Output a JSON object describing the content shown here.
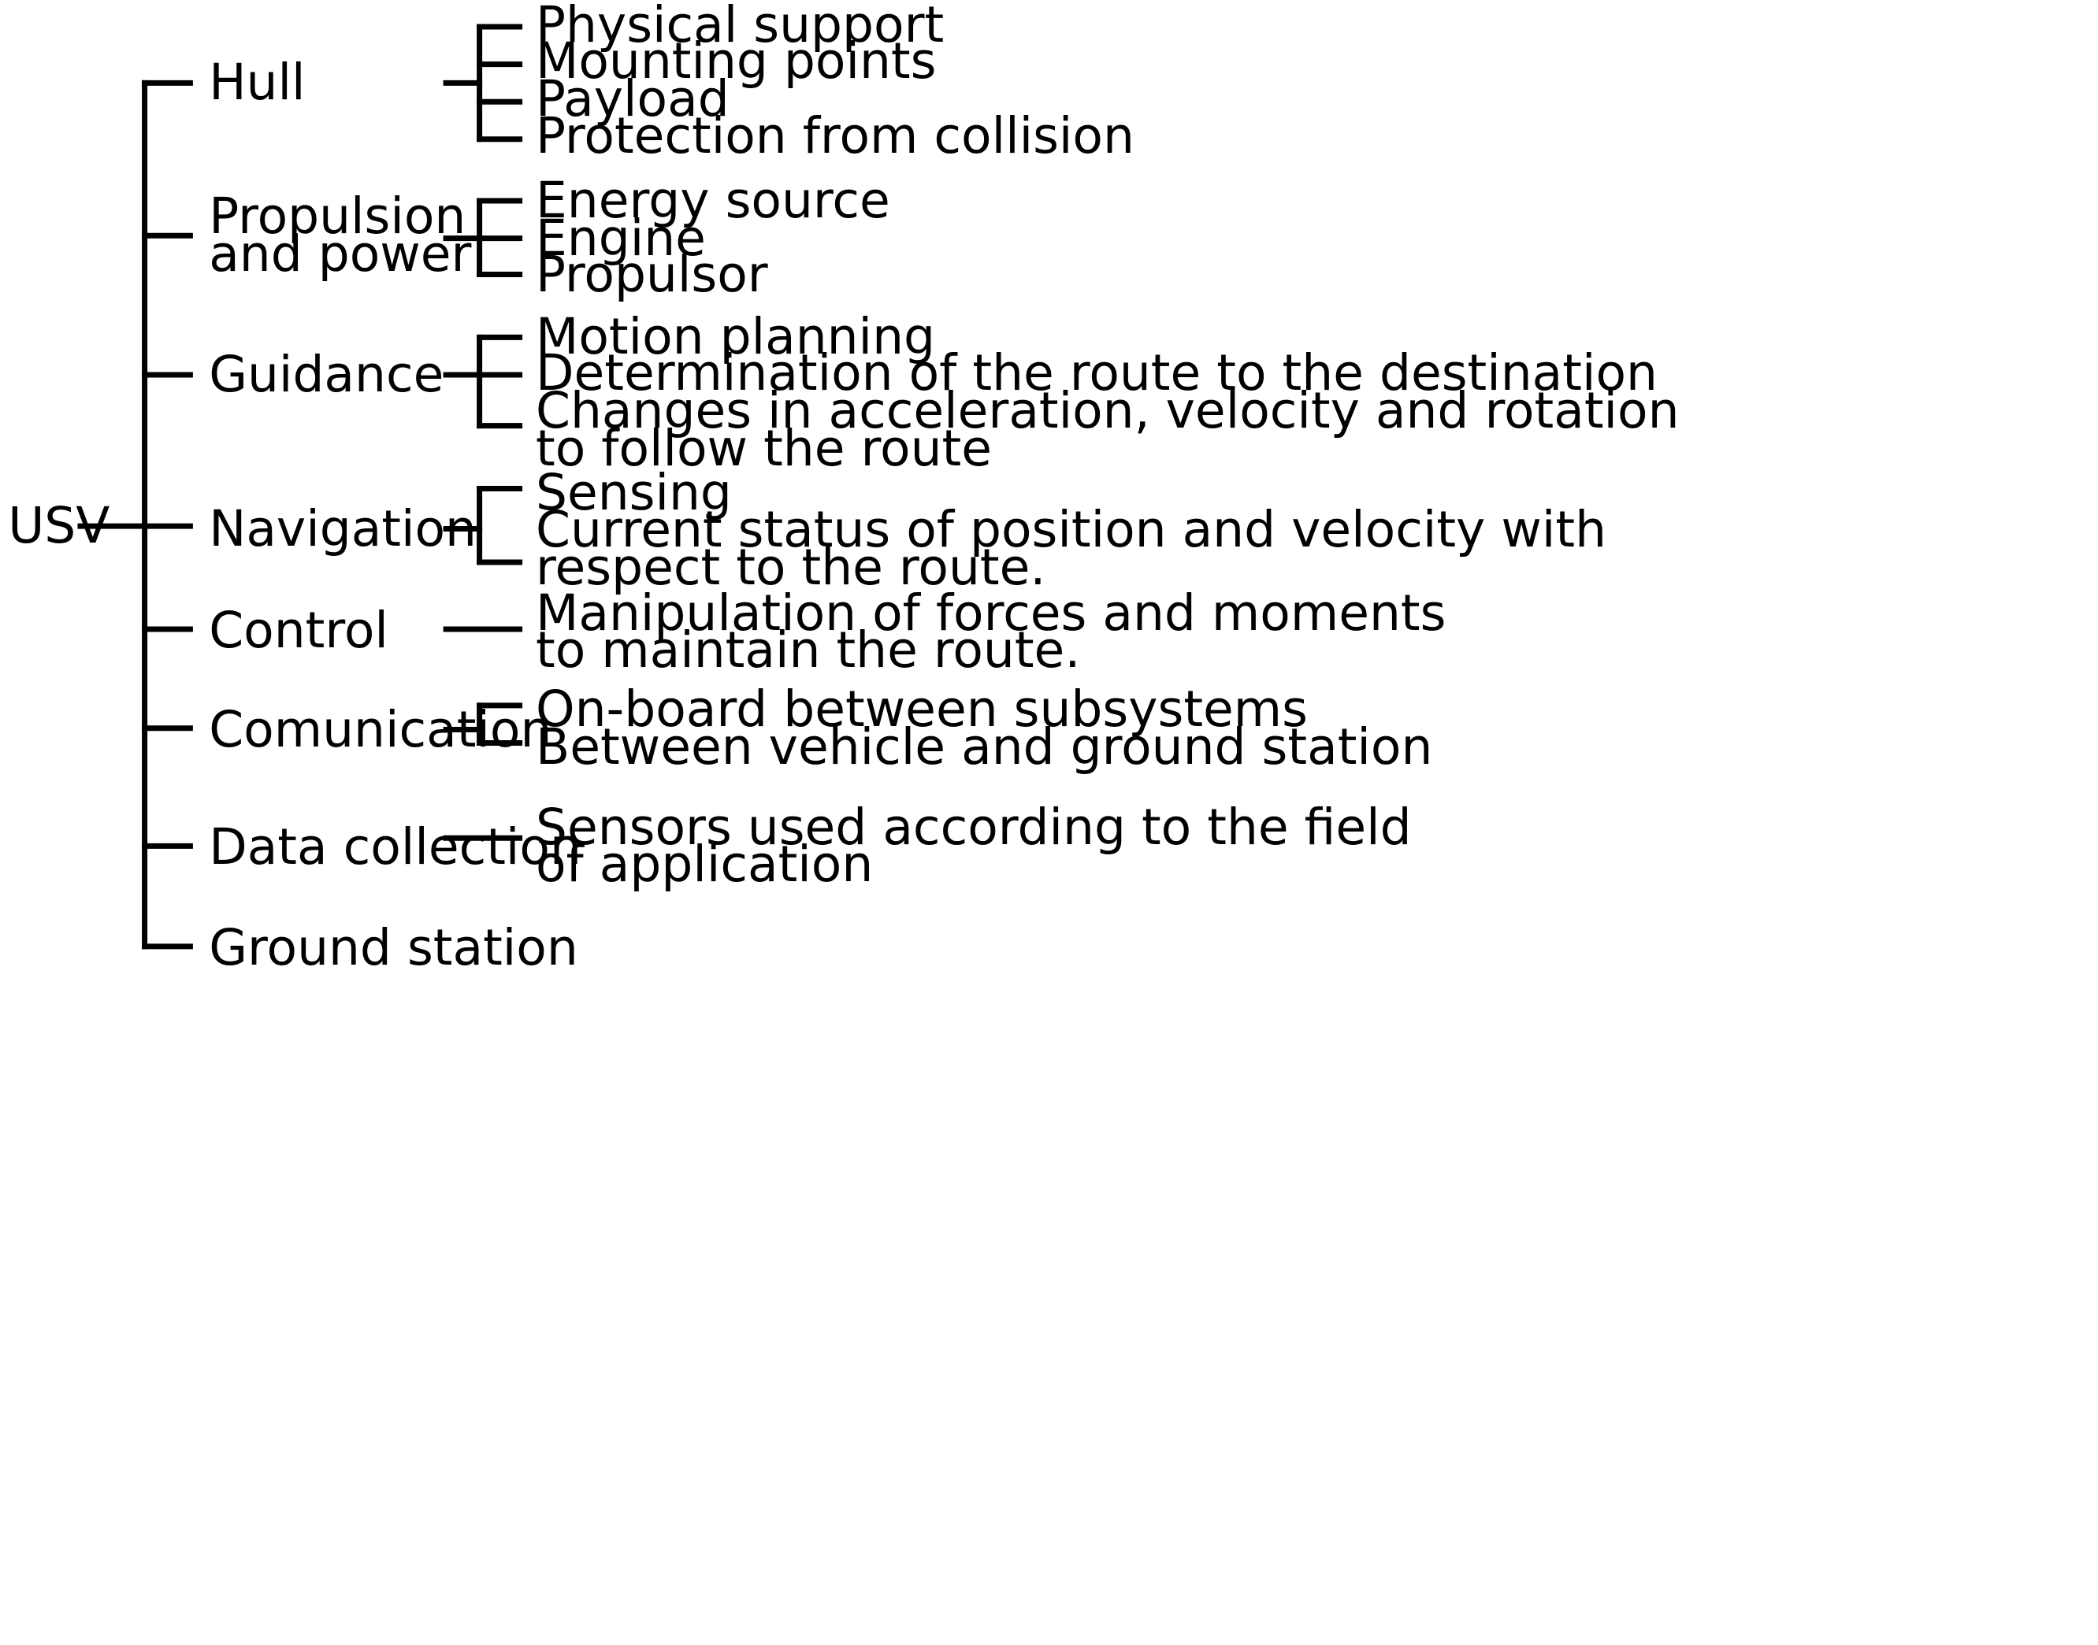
{
  "diagram": {
    "root": "USV",
    "branches": [
      {
        "label": "Hull",
        "children": [
          "Physical support",
          "Mounting points",
          "Payload",
          "Protection from collision"
        ]
      },
      {
        "label": "Propulsion and power",
        "children": [
          "Energy source",
          "Engine",
          "Propulsor"
        ]
      },
      {
        "label": "Guidance",
        "children": [
          "Motion planning",
          "Determination of the route to the destination",
          "Changes in acceleration, velocity and rotation to follow the route"
        ]
      },
      {
        "label": "Navigation",
        "children": [
          "Sensing",
          "Current status of position and velocity with respect to the route."
        ]
      },
      {
        "label": "Control",
        "children": [
          "Manipulation of forces and moments to maintain the route."
        ]
      },
      {
        "label": "Comunication",
        "children": [
          "On-board between subsystems",
          "Between vehicle and ground station"
        ]
      },
      {
        "label": "Data collection",
        "children": [
          "Sensors used according to the field of application"
        ]
      },
      {
        "label": "Ground station",
        "children": []
      }
    ]
  }
}
